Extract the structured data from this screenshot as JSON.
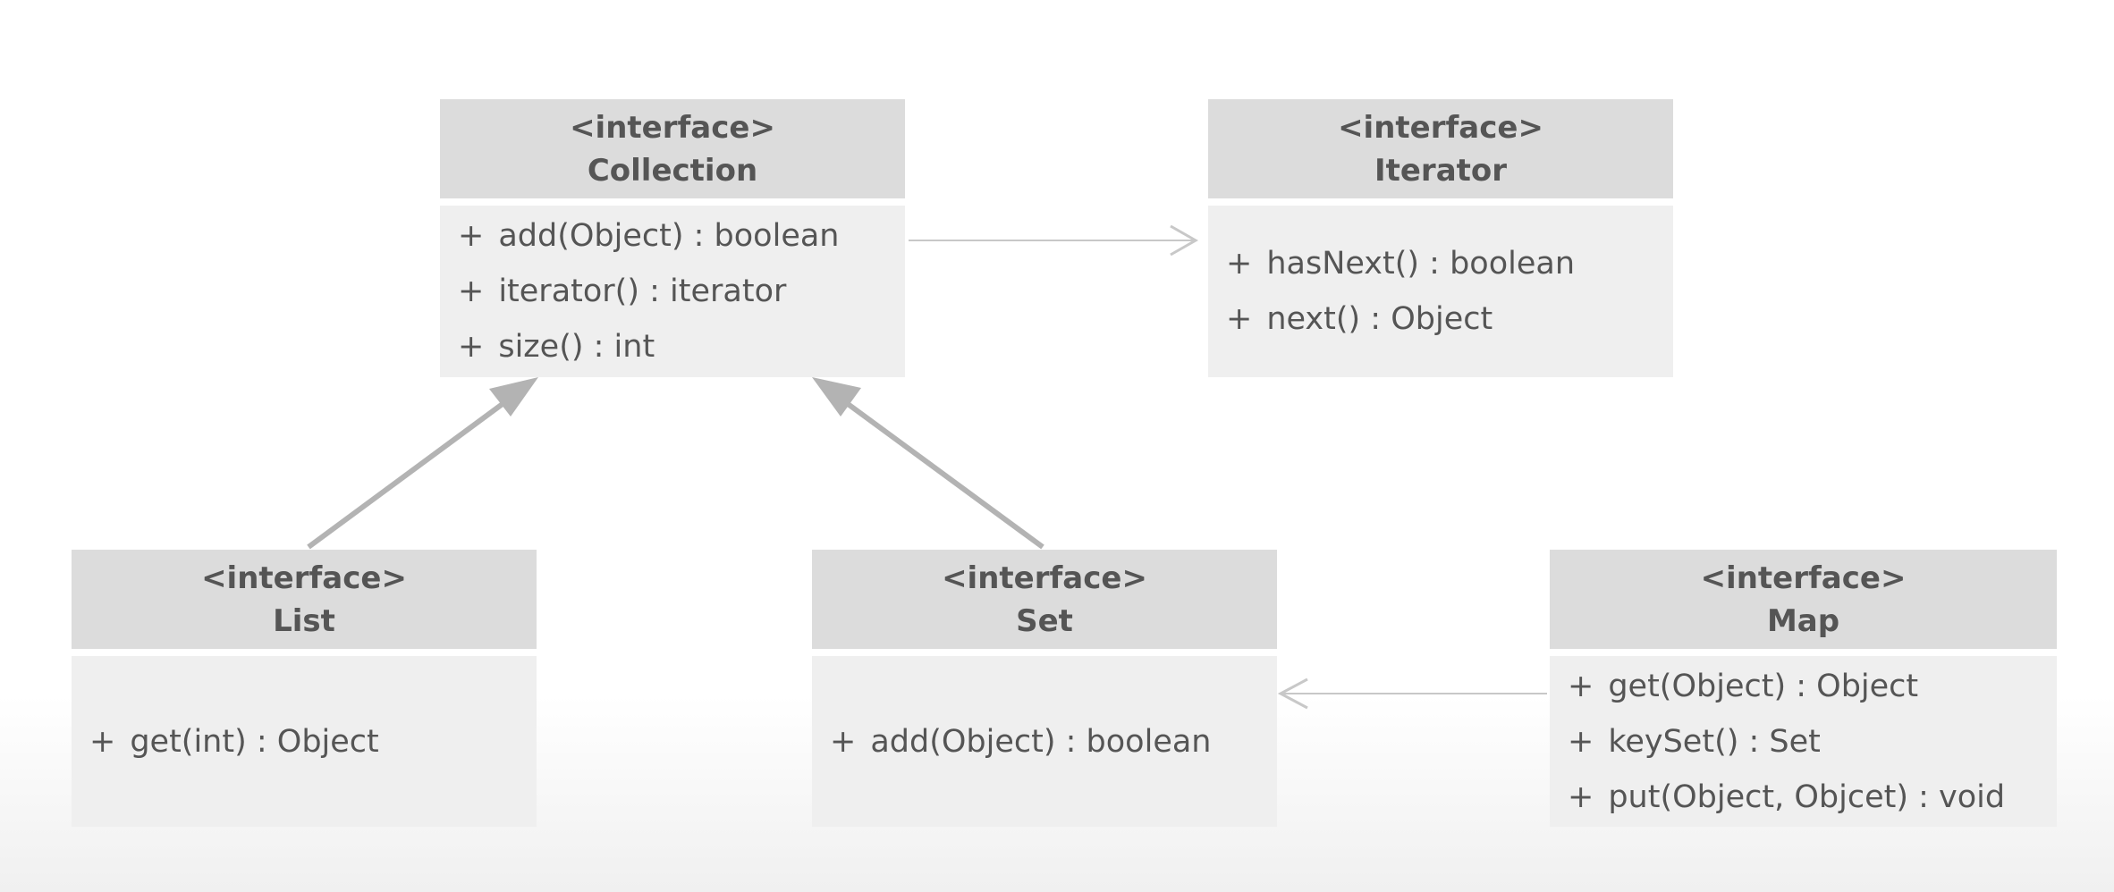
{
  "diagram": {
    "interfaces": [
      {
        "id": "collection",
        "stereotype": "<interface>",
        "name": "Collection",
        "methods": [
          "add(Object)  : boolean",
          "iterator() : iterator",
          "size() : int"
        ]
      },
      {
        "id": "iterator",
        "stereotype": "<interface>",
        "name": "Iterator",
        "methods": [
          "hasNext() : boolean",
          "next() : Object"
        ]
      },
      {
        "id": "list",
        "stereotype": "<interface>",
        "name": "List",
        "methods": [
          "get(int) : Object"
        ]
      },
      {
        "id": "set",
        "stereotype": "<interface>",
        "name": "Set",
        "methods": [
          "add(Object)  : boolean"
        ]
      },
      {
        "id": "map",
        "stereotype": "<interface>",
        "name": "Map",
        "methods": [
          "get(Object) : Object",
          "keySet() : Set",
          "put(Object,  Objcet) : void"
        ]
      }
    ],
    "relations": [
      {
        "from": "list",
        "to": "collection",
        "type": "generalization"
      },
      {
        "from": "set",
        "to": "collection",
        "type": "generalization"
      },
      {
        "from": "collection",
        "to": "iterator",
        "type": "dependency"
      },
      {
        "from": "map",
        "to": "set",
        "type": "dependency"
      }
    ],
    "plus_sign": "+",
    "colors": {
      "header": "#dcdcdc",
      "body": "#efefef",
      "text": "#555555",
      "thick_arrow": "#b3b3b3",
      "thin_arrow": "#c8c8c8"
    }
  }
}
